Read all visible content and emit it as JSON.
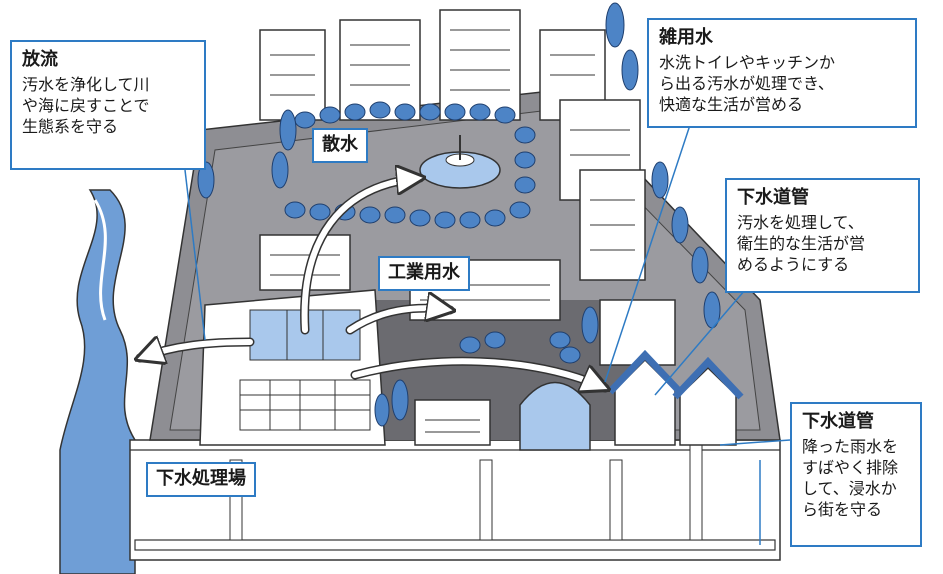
{
  "callouts": {
    "discharge": {
      "title": "放流",
      "body": "汚水を浄化して川\nや海に戻すことで\n生態系を守る"
    },
    "misc_water": {
      "title": "雑用水",
      "body": "水洗トイレやキッチンか\nら出る汚水が処理でき、\n快適な生活が営める"
    },
    "sewer_pipe_top": {
      "title": "下水道管",
      "body": "汚水を処理して、\n衛生的な生活が営\nめるようにする"
    },
    "sewer_pipe_bottom": {
      "title": "下水道管",
      "body": "降った雨水を\nすばやく排除\nして、浸水か\nら街を守る"
    }
  },
  "tags": {
    "sprinkling": "散水",
    "industrial_water": "工業用水",
    "treatment_plant": "下水処理場"
  },
  "colors": {
    "accent_border": "#2e7bc4",
    "water_blue": "#4d84c6",
    "light_blue": "#a9c8ec",
    "gray_ground": "#8e8e93",
    "dark_gray": "#6b6b70"
  }
}
